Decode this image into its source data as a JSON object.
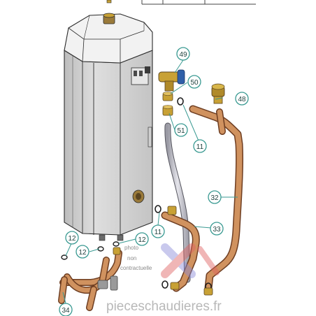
{
  "callouts": {
    "c49": "49",
    "c50": "50",
    "c48": "48",
    "c51": "51",
    "c11a": "11",
    "c32": "32",
    "c11b": "11",
    "c33": "33",
    "c12a": "12",
    "c12b": "12",
    "c12c": "12",
    "c34": "34"
  },
  "disclaimer": {
    "line1": "photo",
    "line2": "non",
    "line3": "contractuelle"
  },
  "watermark": {
    "text": "pieceschaudieres.fr"
  },
  "colors": {
    "callout_ring": "#3a9a92",
    "copper": "#c58457",
    "copper_dark": "#8a5232",
    "tank_fill": "#d6d6d6",
    "tank_lid": "#f0f0f0",
    "brass": "#c8a135"
  }
}
